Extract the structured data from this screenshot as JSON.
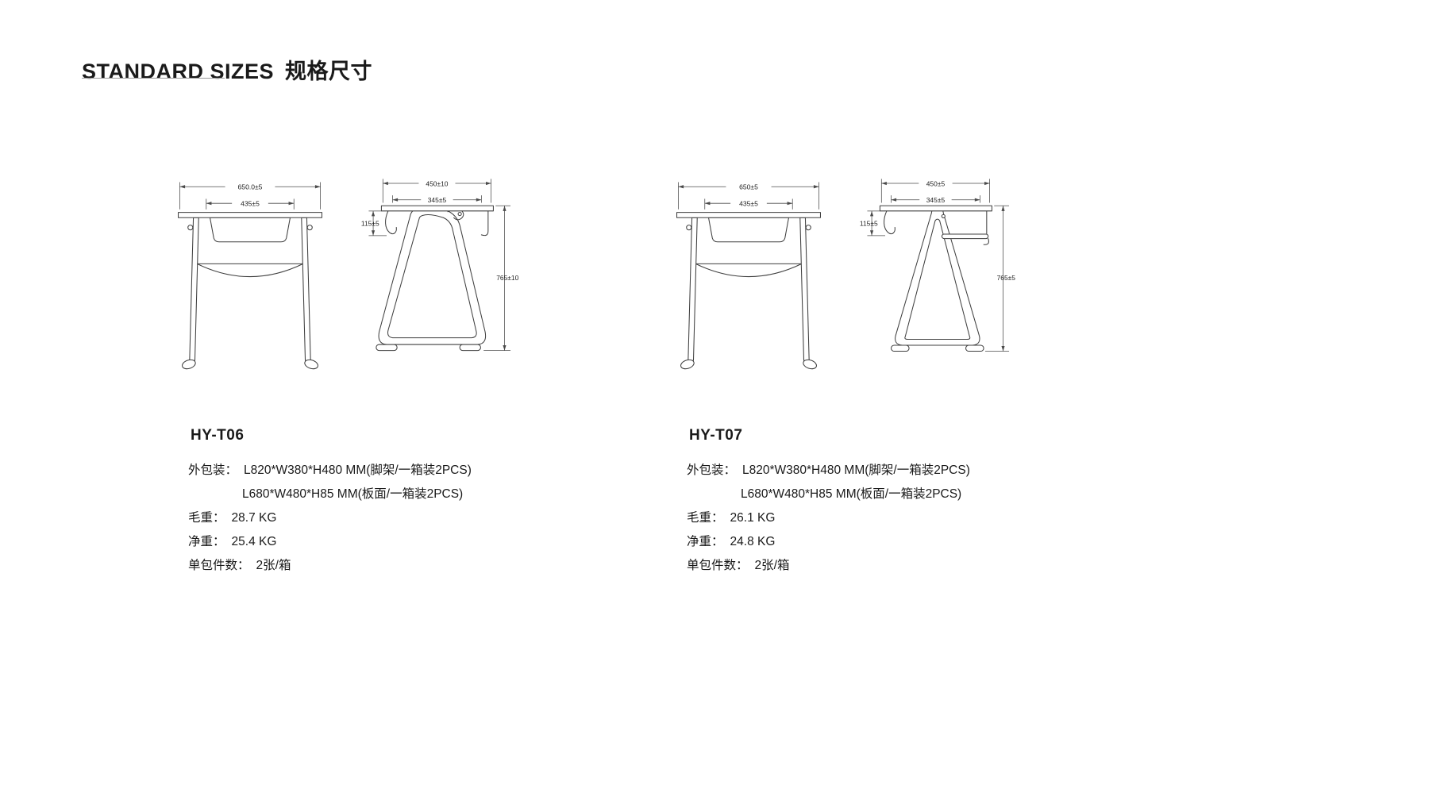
{
  "page": {
    "title_en": "STANDARD SIZES",
    "title_zh": "规格尺寸"
  },
  "products": [
    {
      "model": "HY-T06",
      "front_dims": {
        "outer": "650.0±5",
        "inner": "435±5"
      },
      "side_dims": {
        "outer": "450±10",
        "inner": "345±5",
        "top_height": "115±5",
        "total_height": "765±10"
      },
      "specs": {
        "packing_label": "外包装：",
        "packing_value_1": "L820*W380*H480 MM(脚架/一箱装2PCS)",
        "packing_value_2": "L680*W480*H85 MM(板面/一箱装2PCS)",
        "gross_weight_label": "毛重：",
        "gross_weight_value": "28.7 KG",
        "net_weight_label": "净重：",
        "net_weight_value": "25.4 KG",
        "pack_qty_label": "单包件数：",
        "pack_qty_value": "2张/箱"
      }
    },
    {
      "model": "HY-T07",
      "front_dims": {
        "outer": "650±5",
        "inner": "435±5"
      },
      "side_dims": {
        "outer": "450±5",
        "inner": "345±5",
        "top_height": "115±5",
        "total_height": "765±5"
      },
      "specs": {
        "packing_label": "外包装：",
        "packing_value_1": "L820*W380*H480 MM(脚架/一箱装2PCS)",
        "packing_value_2": "L680*W480*H85 MM(板面/一箱装2PCS)",
        "gross_weight_label": "毛重：",
        "gross_weight_value": "26.1 KG",
        "net_weight_label": "净重：",
        "net_weight_value": "24.8 KG",
        "pack_qty_label": "单包件数：",
        "pack_qty_value": "2张/箱"
      }
    }
  ]
}
